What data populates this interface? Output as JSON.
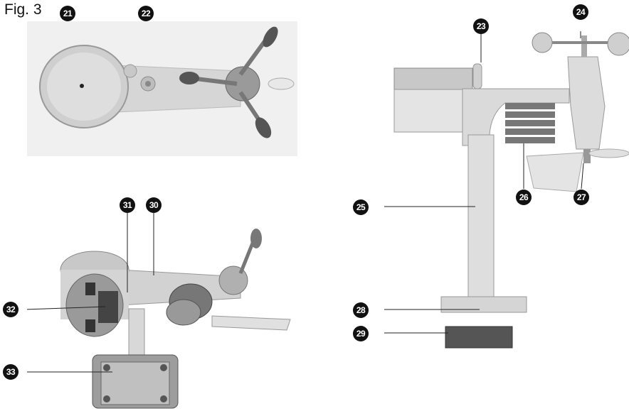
{
  "figure": {
    "title": "Fig. 3"
  },
  "callouts": [
    {
      "id": "c21",
      "label": "21"
    },
    {
      "id": "c22",
      "label": "22"
    },
    {
      "id": "c23",
      "label": "23"
    },
    {
      "id": "c24",
      "label": "24"
    },
    {
      "id": "c25",
      "label": "25"
    },
    {
      "id": "c26",
      "label": "26"
    },
    {
      "id": "c27",
      "label": "27"
    },
    {
      "id": "c28",
      "label": "28"
    },
    {
      "id": "c29",
      "label": "29"
    },
    {
      "id": "c30",
      "label": "30"
    },
    {
      "id": "c31",
      "label": "31"
    },
    {
      "id": "c32",
      "label": "32"
    },
    {
      "id": "c33",
      "label": "33"
    }
  ],
  "colors": {
    "body": "#dcdcdc",
    "shade": "#b8b8b8",
    "dark": "#555555",
    "line": "#222222",
    "bg_panel": "#eeeeee"
  }
}
